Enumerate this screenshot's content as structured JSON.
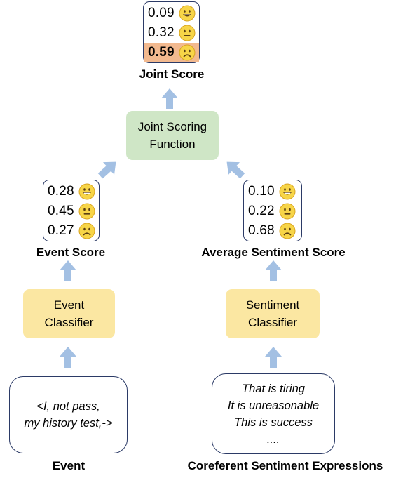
{
  "joint_score": {
    "rows": [
      {
        "value": "0.09",
        "emoji": "happy-face",
        "highlighted": false
      },
      {
        "value": "0.32",
        "emoji": "neutral-face",
        "highlighted": false
      },
      {
        "value": "0.59",
        "emoji": "sad-face",
        "highlighted": true
      }
    ],
    "caption": "Joint Score"
  },
  "joint_function": {
    "line1": "Joint Scoring",
    "line2": "Function"
  },
  "event_score": {
    "rows": [
      {
        "value": "0.28",
        "emoji": "happy-face"
      },
      {
        "value": "0.45",
        "emoji": "neutral-face"
      },
      {
        "value": "0.27",
        "emoji": "sad-face"
      }
    ],
    "caption": "Event Score"
  },
  "sentiment_score": {
    "rows": [
      {
        "value": "0.10",
        "emoji": "happy-face"
      },
      {
        "value": "0.22",
        "emoji": "neutral-face"
      },
      {
        "value": "0.68",
        "emoji": "sad-face"
      }
    ],
    "caption": "Average Sentiment Score"
  },
  "event_classifier": {
    "line1": "Event",
    "line2": "Classifier"
  },
  "sentiment_classifier": {
    "line1": "Sentiment",
    "line2": "Classifier"
  },
  "event_input": {
    "line1": "<I, not pass,",
    "line2": "my history test,->",
    "caption": "Event"
  },
  "sentiment_input": {
    "lines": [
      "That is tiring",
      "It is unreasonable",
      "This is success",
      "...."
    ],
    "caption": "Coreferent Sentiment Expressions"
  },
  "colors": {
    "box_border": "#2b3a66",
    "arrow": "#a3c0e3",
    "classifier_fill": "#fbe7a2",
    "joint_function_fill": "#cfe6c6",
    "highlight_fill": "#f2b98f",
    "emoji_fill": "#f7d548"
  }
}
